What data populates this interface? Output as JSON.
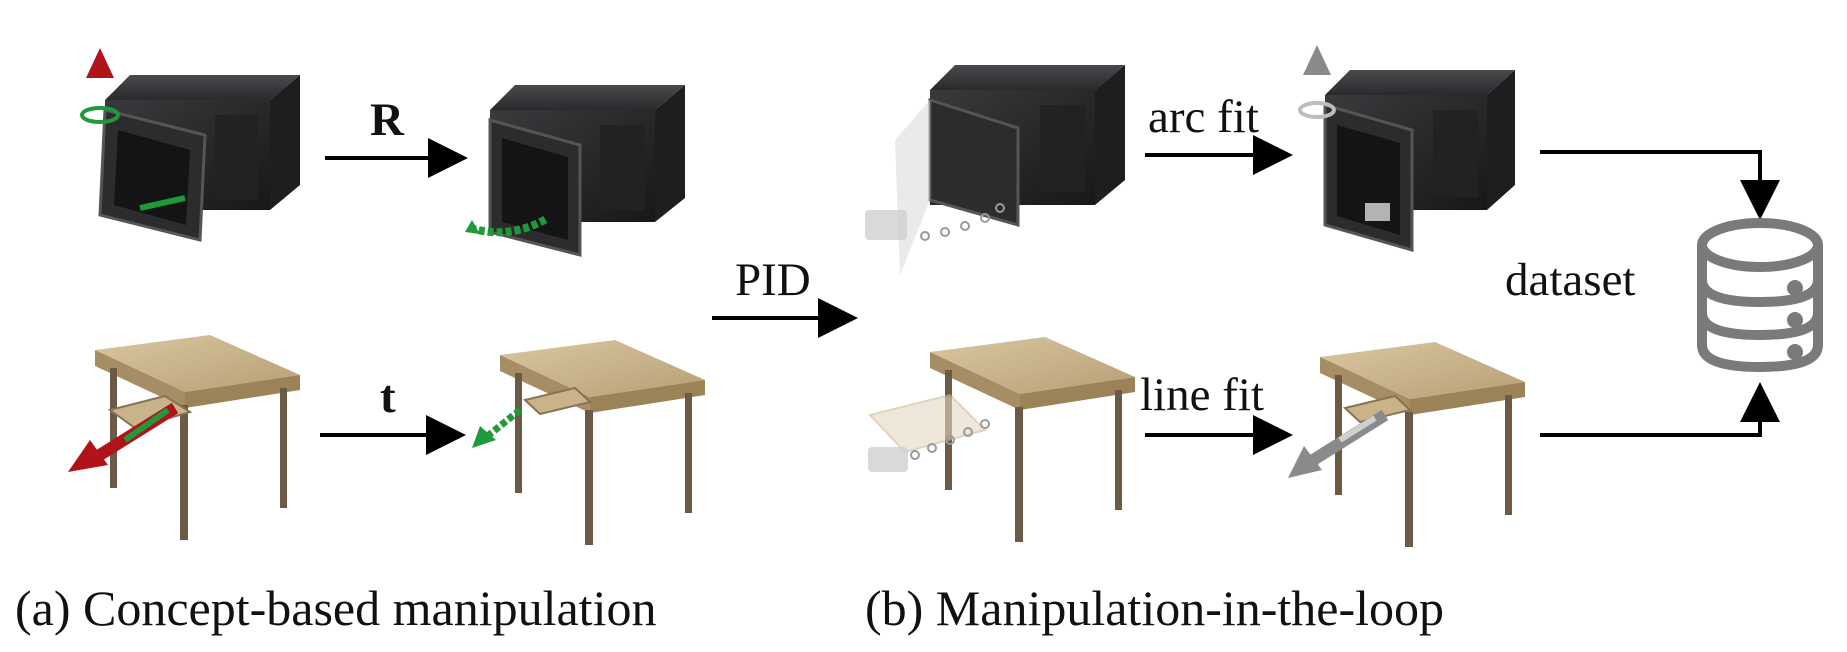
{
  "panel_a": {
    "caption": "(a) Concept-based manipulation",
    "rotation_label": "R",
    "translation_label": "t"
  },
  "panel_b": {
    "caption": "(b) Manipulation-in-the-loop",
    "controller_label": "PID",
    "arc_label": "arc fit",
    "line_label": "line fit",
    "output_label": "dataset"
  },
  "colors": {
    "axis_red": "#b0141a",
    "direction_green": "#1f9a3a",
    "fitted_gray": "#8a8a8a",
    "microwave_body": "#2e2e30",
    "table_wood": "#c8b28a",
    "arrow": "#000000"
  }
}
